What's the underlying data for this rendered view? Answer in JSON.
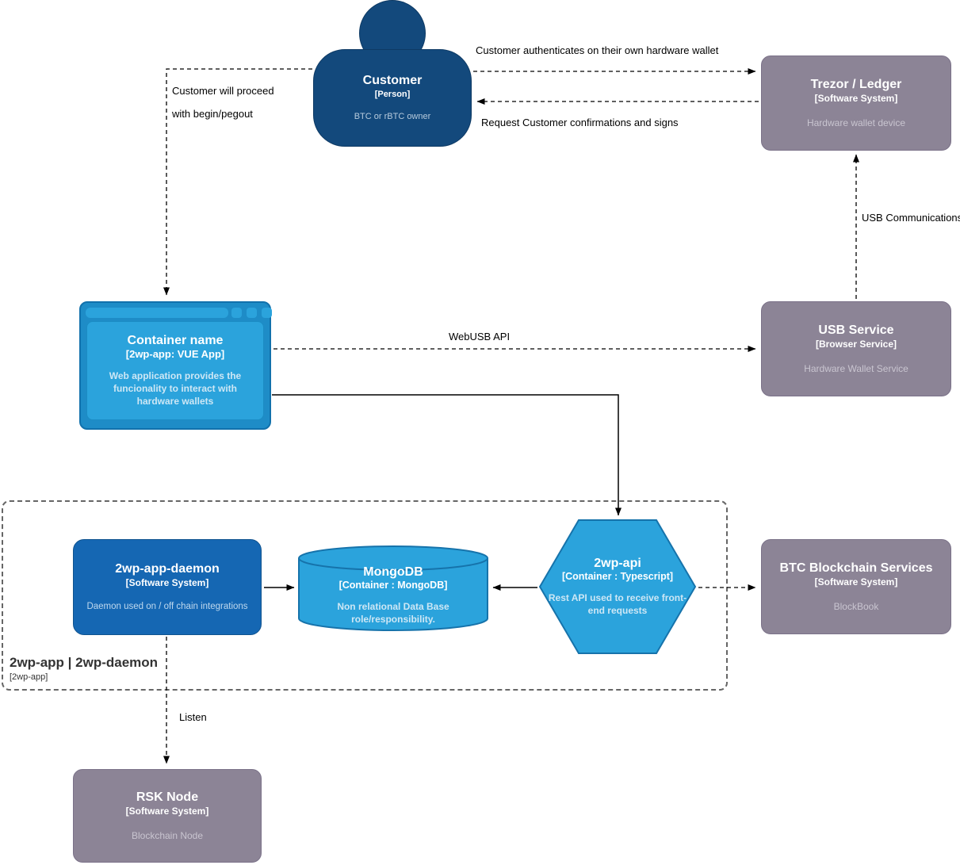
{
  "diagram": {
    "nodes": {
      "customer": {
        "title": "Customer",
        "type": "[Person]",
        "subtitle": "BTC or rBTC owner"
      },
      "trezor": {
        "title": "Trezor / Ledger",
        "type": "[Software System]",
        "subtitle": "Hardware wallet device"
      },
      "container": {
        "title": "Container name",
        "type": "[2wp-app: VUE App]",
        "subtitle": "Web application provides the funcionality to interact with hardware wallets"
      },
      "usb_service": {
        "title": "USB Service",
        "type": "[Browser Service]",
        "subtitle": "Hardware Wallet Service"
      },
      "daemon": {
        "title": "2wp-app-daemon",
        "type": "[Software System]",
        "subtitle": "Daemon used on / off chain integrations"
      },
      "mongodb": {
        "title": "MongoDB",
        "type": "[Container : MongoDB]",
        "subtitle": "Non relational Data Base role/responsibility."
      },
      "api": {
        "title": "2wp-api",
        "type": "[Container : Typescript]",
        "subtitle": "Rest API used to receive front-end requests"
      },
      "btc": {
        "title": "BTC Blockchain Services",
        "type": "[Software System]",
        "subtitle": "BlockBook"
      },
      "rsk": {
        "title": "RSK Node",
        "type": "[Software System]",
        "subtitle": "Blockchain Node"
      }
    },
    "boundary": {
      "title": "2wp-app | 2wp-daemon",
      "type": "[2wp-app]"
    },
    "edge_labels": {
      "auth": "Customer authenticates on their own hardware wallet",
      "request": "Request Customer confirmations and signs",
      "proceed_line1": "Customer will proceed",
      "proceed_line2": "with begin/pegout",
      "webusb": "WebUSB API",
      "usb_comm": "USB Communications",
      "listen": "Listen"
    },
    "colors": {
      "person_blue": "#13497C",
      "primary_blue": "#1567B3",
      "light_blue": "#2BA3DC",
      "blue_border": "#1673AB",
      "gray": "#8C8496",
      "edge_black": "#000000"
    }
  }
}
